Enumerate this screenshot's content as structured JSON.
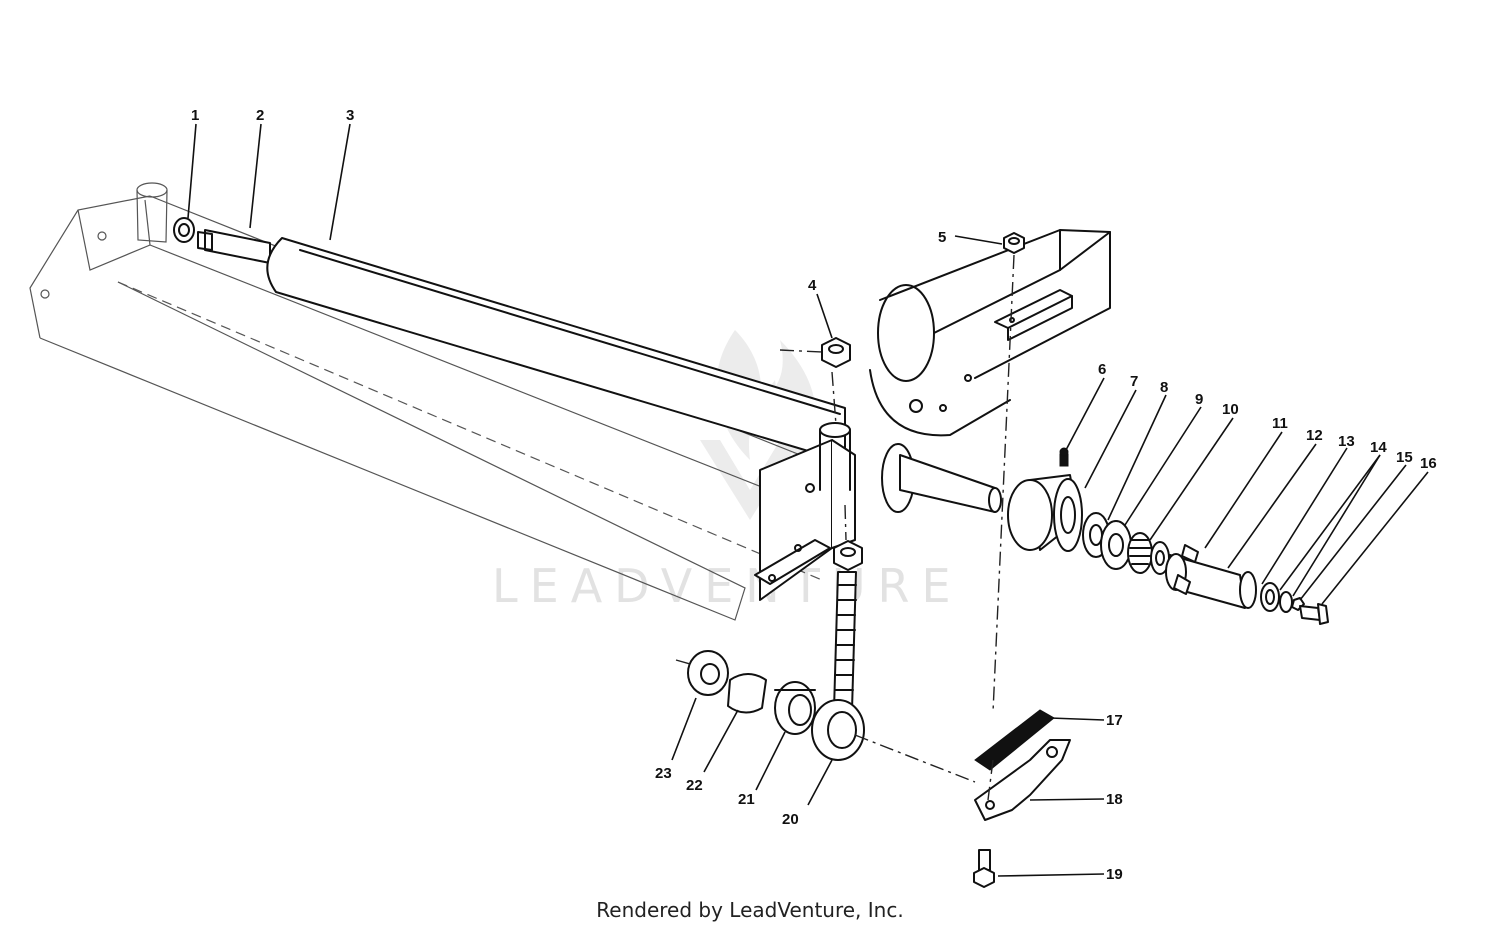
{
  "watermark": {
    "text": "LEADVENTURE"
  },
  "credit": "Rendered by LeadVenture, Inc.",
  "callouts": [
    {
      "id": "1",
      "label": "1"
    },
    {
      "id": "2",
      "label": "2"
    },
    {
      "id": "3",
      "label": "3"
    },
    {
      "id": "4",
      "label": "4"
    },
    {
      "id": "5",
      "label": "5"
    },
    {
      "id": "6",
      "label": "6"
    },
    {
      "id": "7",
      "label": "7"
    },
    {
      "id": "8",
      "label": "8"
    },
    {
      "id": "9",
      "label": "9"
    },
    {
      "id": "10",
      "label": "10"
    },
    {
      "id": "11",
      "label": "11"
    },
    {
      "id": "12",
      "label": "12"
    },
    {
      "id": "13",
      "label": "13"
    },
    {
      "id": "14",
      "label": "14"
    },
    {
      "id": "15",
      "label": "15"
    },
    {
      "id": "16",
      "label": "16"
    },
    {
      "id": "17",
      "label": "17"
    },
    {
      "id": "18",
      "label": "18"
    },
    {
      "id": "19",
      "label": "19"
    },
    {
      "id": "20",
      "label": "20"
    },
    {
      "id": "21",
      "label": "21"
    },
    {
      "id": "22",
      "label": "22"
    },
    {
      "id": "23",
      "label": "23"
    }
  ]
}
